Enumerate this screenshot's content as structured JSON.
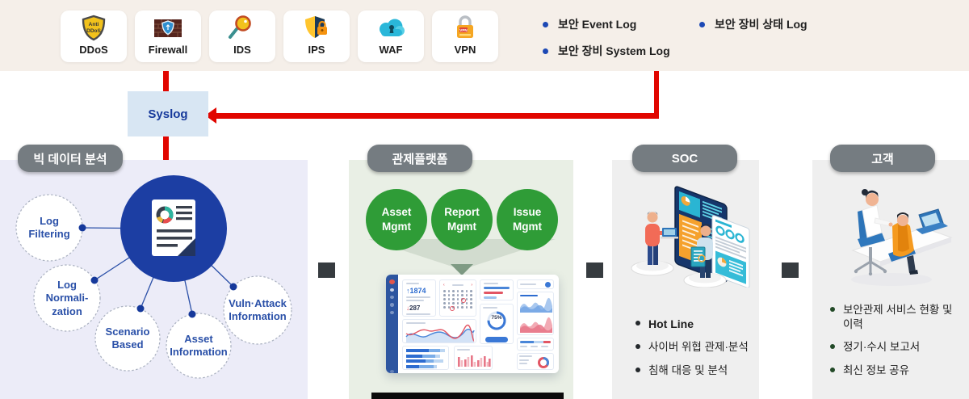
{
  "top": {
    "devices": [
      {
        "label": "DDoS",
        "icon": "anti-ddos-shield-icon",
        "icon_text_lines": [
          "Anti",
          "DDoS"
        ]
      },
      {
        "label": "Firewall",
        "icon": "firewall-brick-shield-icon"
      },
      {
        "label": "IDS",
        "icon": "magnifier-icon"
      },
      {
        "label": "IPS",
        "icon": "shield-lock-icon"
      },
      {
        "label": "WAF",
        "icon": "cloud-keyhole-icon"
      },
      {
        "label": "VPN",
        "icon": "padlock-icon",
        "icon_text": "VPN"
      }
    ],
    "log_items_col1": [
      "보안 Event Log",
      "보안 장비 System Log"
    ],
    "log_items_col2": [
      "보안 장비 상태 Log"
    ]
  },
  "syslog_label": "Syslog",
  "bigdata": {
    "title": "빅 데이터 분석",
    "satellites": [
      {
        "lines": [
          "Log",
          "Filtering"
        ]
      },
      {
        "lines": [
          "Log",
          "Normali-",
          "zation"
        ]
      },
      {
        "lines": [
          "Scenario",
          "Based"
        ]
      },
      {
        "lines": [
          "Asset",
          "Information"
        ]
      },
      {
        "lines": [
          "Vuln·Attack",
          "Information"
        ]
      }
    ]
  },
  "platform": {
    "title": "관제플랫폼",
    "circles": [
      {
        "lines": [
          "Asset",
          "Mgmt"
        ]
      },
      {
        "lines": [
          "Report",
          "Mgmt"
        ]
      },
      {
        "lines": [
          "Issue",
          "Mgmt"
        ]
      }
    ],
    "dashboard": {
      "stat_up": "1874",
      "stat_down": "287",
      "donut_percent": "75%",
      "arrow_up": "↑",
      "arrow_down": "↓",
      "cal_prev": "‹",
      "cal_next": "›"
    }
  },
  "soc": {
    "title": "SOC",
    "bullets": [
      "Hot Line",
      "사이버 위협 관제·분석",
      "침해 대응 및 분석"
    ]
  },
  "customer": {
    "title": "고객",
    "bullets": [
      "보안관제 서비스 현황 및 이력",
      "정기·수시 보고서",
      "최신 정보 공유"
    ]
  },
  "colors": {
    "accent_red": "#e10600",
    "panel_lavender": "#ececf8",
    "panel_green": "#e9efe5",
    "panel_gray": "#efefef",
    "section_label_gray": "#757c81",
    "syslog_bg": "#d8e6f3",
    "syslog_text": "#16399b",
    "bullet_blue": "#1d49b5",
    "bigdata_center_blue": "#1c3ea3",
    "platform_circle_green": "#2f9c37",
    "top_band_beige": "#f5efe9"
  }
}
